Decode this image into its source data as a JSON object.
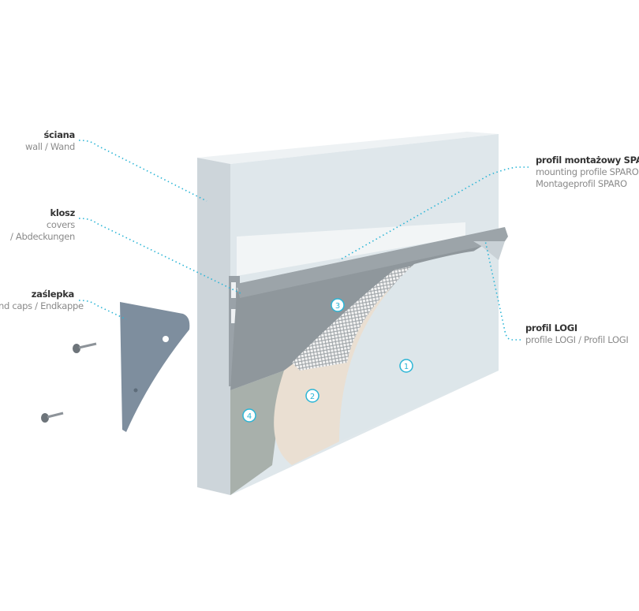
{
  "labels": {
    "wall": {
      "title": "ściana",
      "sub": "wall / Wand"
    },
    "covers": {
      "title": "klosz",
      "sub1": "covers",
      "sub2": "/ Abdeckungen"
    },
    "endcaps": {
      "title": "zaślepka",
      "sub": "nd caps / Endkappe"
    },
    "sparo": {
      "title": "profil montażowy SPARO",
      "sub1": "mounting profile SPARO /",
      "sub2": "Montageprofil SPARO"
    },
    "logi": {
      "title": "profil LOGI",
      "sub": "profile LOGI / Profil LOGI"
    }
  },
  "markers": [
    "1",
    "2",
    "3",
    "4"
  ],
  "colors": {
    "accent": "#2bb5d6",
    "wall": "#dfe6ea",
    "profile": "#8e969c",
    "plaster": "#eadfd2",
    "base": "#a9b1ac"
  }
}
